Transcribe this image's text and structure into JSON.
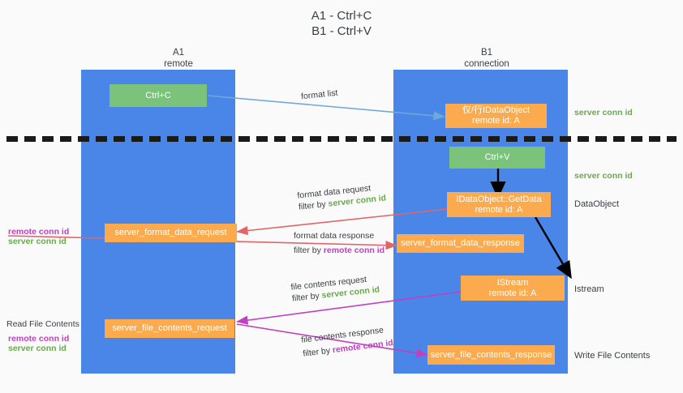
{
  "title": {
    "line1": "A1 - Ctrl+C",
    "line2": "B1 - Ctrl+V"
  },
  "lanes": [
    {
      "id": "a1",
      "name": "A1",
      "sub": "remote",
      "color": "#4a86e8"
    },
    {
      "id": "b1",
      "name": "B1",
      "sub": "connection",
      "color": "#4a86e8"
    }
  ],
  "colors": {
    "lane": "#4a86e8",
    "green_box": "#7bc27b",
    "orange_box": "#fbab4e",
    "server_conn": "#6aa84f",
    "remote_conn": "#c040c0",
    "arrow_blue": "#6fa8dc",
    "arrow_red": "#e06666",
    "arrow_magenta": "#c040c0",
    "arrow_black": "#000000",
    "divider": "#1a1a1a"
  },
  "nodes": {
    "ctrl_c": {
      "label": "Ctrl+C"
    },
    "ctrl_v": {
      "label": "Ctrl+V"
    },
    "idataobject_remote": {
      "line1": "仅/行IDataObject",
      "line2": "remote id: A"
    },
    "idataobject_getdata": {
      "line1": "IDataObject::GetData",
      "line2": "remote id: A"
    },
    "istream": {
      "line1": "IStream",
      "line2": "remote id: A"
    },
    "server_format_data_request": {
      "label": "server_format_data_request"
    },
    "server_format_data_response": {
      "label": "server_format_data_response"
    },
    "server_file_contents_request": {
      "label": "server_file_contents_request"
    },
    "server_file_contents_response": {
      "label": "server_file_contents_response"
    }
  },
  "edge_labels": {
    "format_list": {
      "text": "format list"
    },
    "format_data_request": {
      "line1": "format data request",
      "filter_prefix": "filter by ",
      "filter_value": "server conn id"
    },
    "format_data_response": {
      "line1": "format data response",
      "filter_prefix": "filter by ",
      "filter_value": "remote conn id"
    },
    "file_contents_request": {
      "line1": "file contents request",
      "filter_prefix": "filter by ",
      "filter_value": "server conn id"
    },
    "file_contents_response": {
      "line1": "file contents response",
      "filter_prefix": "filter by ",
      "filter_value": "remote conn id"
    }
  },
  "side_labels": {
    "right_server_conn_1": "server conn id",
    "right_server_conn_2": "server conn id",
    "right_dataobject": "DataObject",
    "right_istream": "Istream",
    "right_write_file_contents": "Write File Contents",
    "left_remote_conn_1": "remote conn id",
    "left_server_conn_1": "server conn id",
    "left_read_file_contents": "Read File Contents",
    "left_remote_conn_2": "remote conn id",
    "left_server_conn_2": "server conn id"
  }
}
